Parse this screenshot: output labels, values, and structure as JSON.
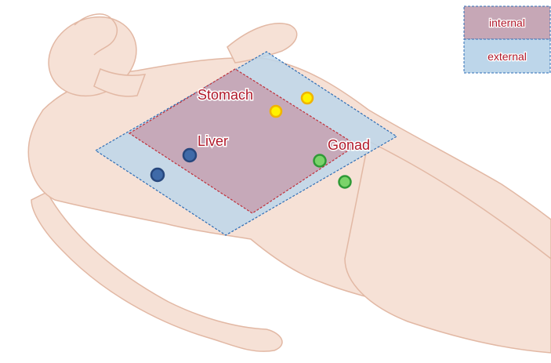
{
  "legend": {
    "internal_label": "internal",
    "external_label": "external"
  },
  "labels": {
    "stomach": "Stomach",
    "liver": "Liver",
    "gonad": "Gonad"
  },
  "colors": {
    "internal_fill": "#c6a7b6",
    "internal_border": "#c0303a",
    "external_fill": "#bdd6ea",
    "external_border": "#2e6db5",
    "body_skin": "#f6e1d6",
    "body_outline": "#e2b8a4",
    "marker_yellow": "#fff200",
    "marker_yellow_ring": "#f0b400",
    "marker_blue": "#3f6aa8",
    "marker_blue_ring": "#27477d",
    "marker_green": "#7bd36a",
    "marker_green_ring": "#2f9a36"
  },
  "markers": [
    {
      "organ": "stomach",
      "color": "yellow"
    },
    {
      "organ": "stomach",
      "color": "yellow"
    },
    {
      "organ": "liver",
      "color": "blue"
    },
    {
      "organ": "liver",
      "color": "blue"
    },
    {
      "organ": "gonad",
      "color": "green"
    },
    {
      "organ": "gonad",
      "color": "green"
    }
  ]
}
